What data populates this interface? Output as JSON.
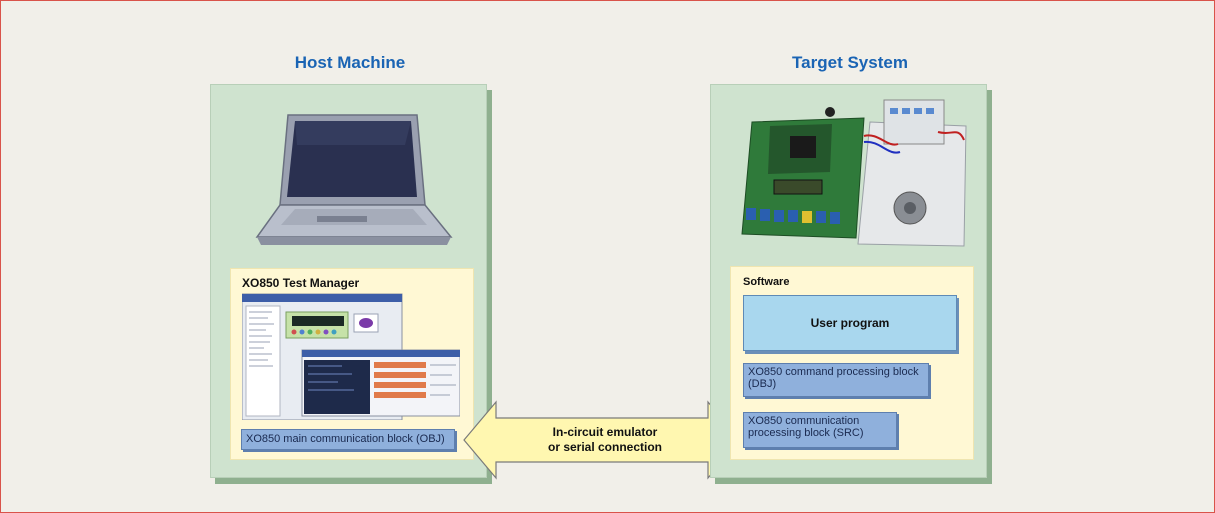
{
  "host": {
    "title": "Host Machine",
    "test_manager_label": "XO850 Test Manager",
    "main_block": "XO850 main communication block (OBJ)"
  },
  "connection": {
    "line1": "In-circuit emulator",
    "line2": "or serial connection"
  },
  "target": {
    "title": "Target System",
    "software_label": "Software",
    "user_program": "User program",
    "command_block": "XO850 command processing block (DBJ)",
    "comm_block": "XO850 communication processing block (SRC)"
  },
  "colors": {
    "title_blue": "#1a64b4",
    "panel_green": "#cfe3cf",
    "inner_cream": "#fff8d4",
    "block_blue": "#8fb0dc",
    "user_program_blue": "#a9d7ee",
    "arrow_yellow": "#fff7b0"
  }
}
